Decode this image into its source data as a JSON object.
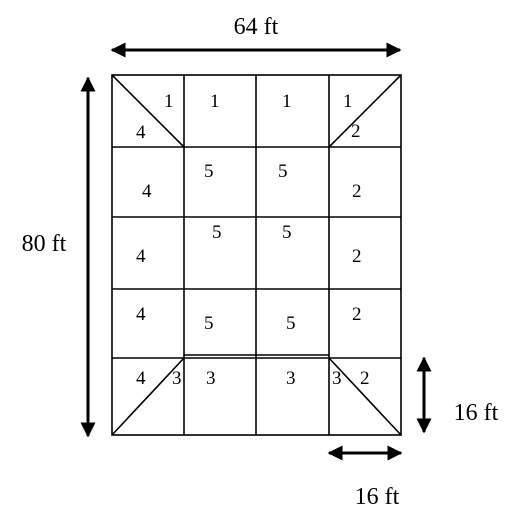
{
  "dimensions": {
    "width": "64 ft",
    "height": "80 ft",
    "cell_height": "16 ft",
    "cell_width": "16 ft"
  },
  "grid": {
    "columns": 4,
    "rows": 5
  },
  "cells": [
    {
      "id": "r0c0-top",
      "label": "1"
    },
    {
      "id": "r0c0-bottom",
      "label": "4"
    },
    {
      "id": "r0c1",
      "label": "1"
    },
    {
      "id": "r0c2",
      "label": "1"
    },
    {
      "id": "r0c3-top",
      "label": "1"
    },
    {
      "id": "r0c3-bottom",
      "label": "2"
    },
    {
      "id": "r1c0",
      "label": "4"
    },
    {
      "id": "r1c1",
      "label": "5"
    },
    {
      "id": "r1c2",
      "label": "5"
    },
    {
      "id": "r1c3",
      "label": "2"
    },
    {
      "id": "r2c0",
      "label": "4"
    },
    {
      "id": "r2c1",
      "label": "5"
    },
    {
      "id": "r2c2",
      "label": "5"
    },
    {
      "id": "r2c3",
      "label": "2"
    },
    {
      "id": "r3c0",
      "label": "4"
    },
    {
      "id": "r3c1",
      "label": "5"
    },
    {
      "id": "r3c2",
      "label": "5"
    },
    {
      "id": "r3c3",
      "label": "2"
    },
    {
      "id": "r4c0-left",
      "label": "4"
    },
    {
      "id": "r4c0-right",
      "label": "3"
    },
    {
      "id": "r4c1",
      "label": "3"
    },
    {
      "id": "r4c2",
      "label": "3"
    },
    {
      "id": "r4c3-left",
      "label": "3"
    },
    {
      "id": "r4c3-right",
      "label": "2"
    }
  ]
}
